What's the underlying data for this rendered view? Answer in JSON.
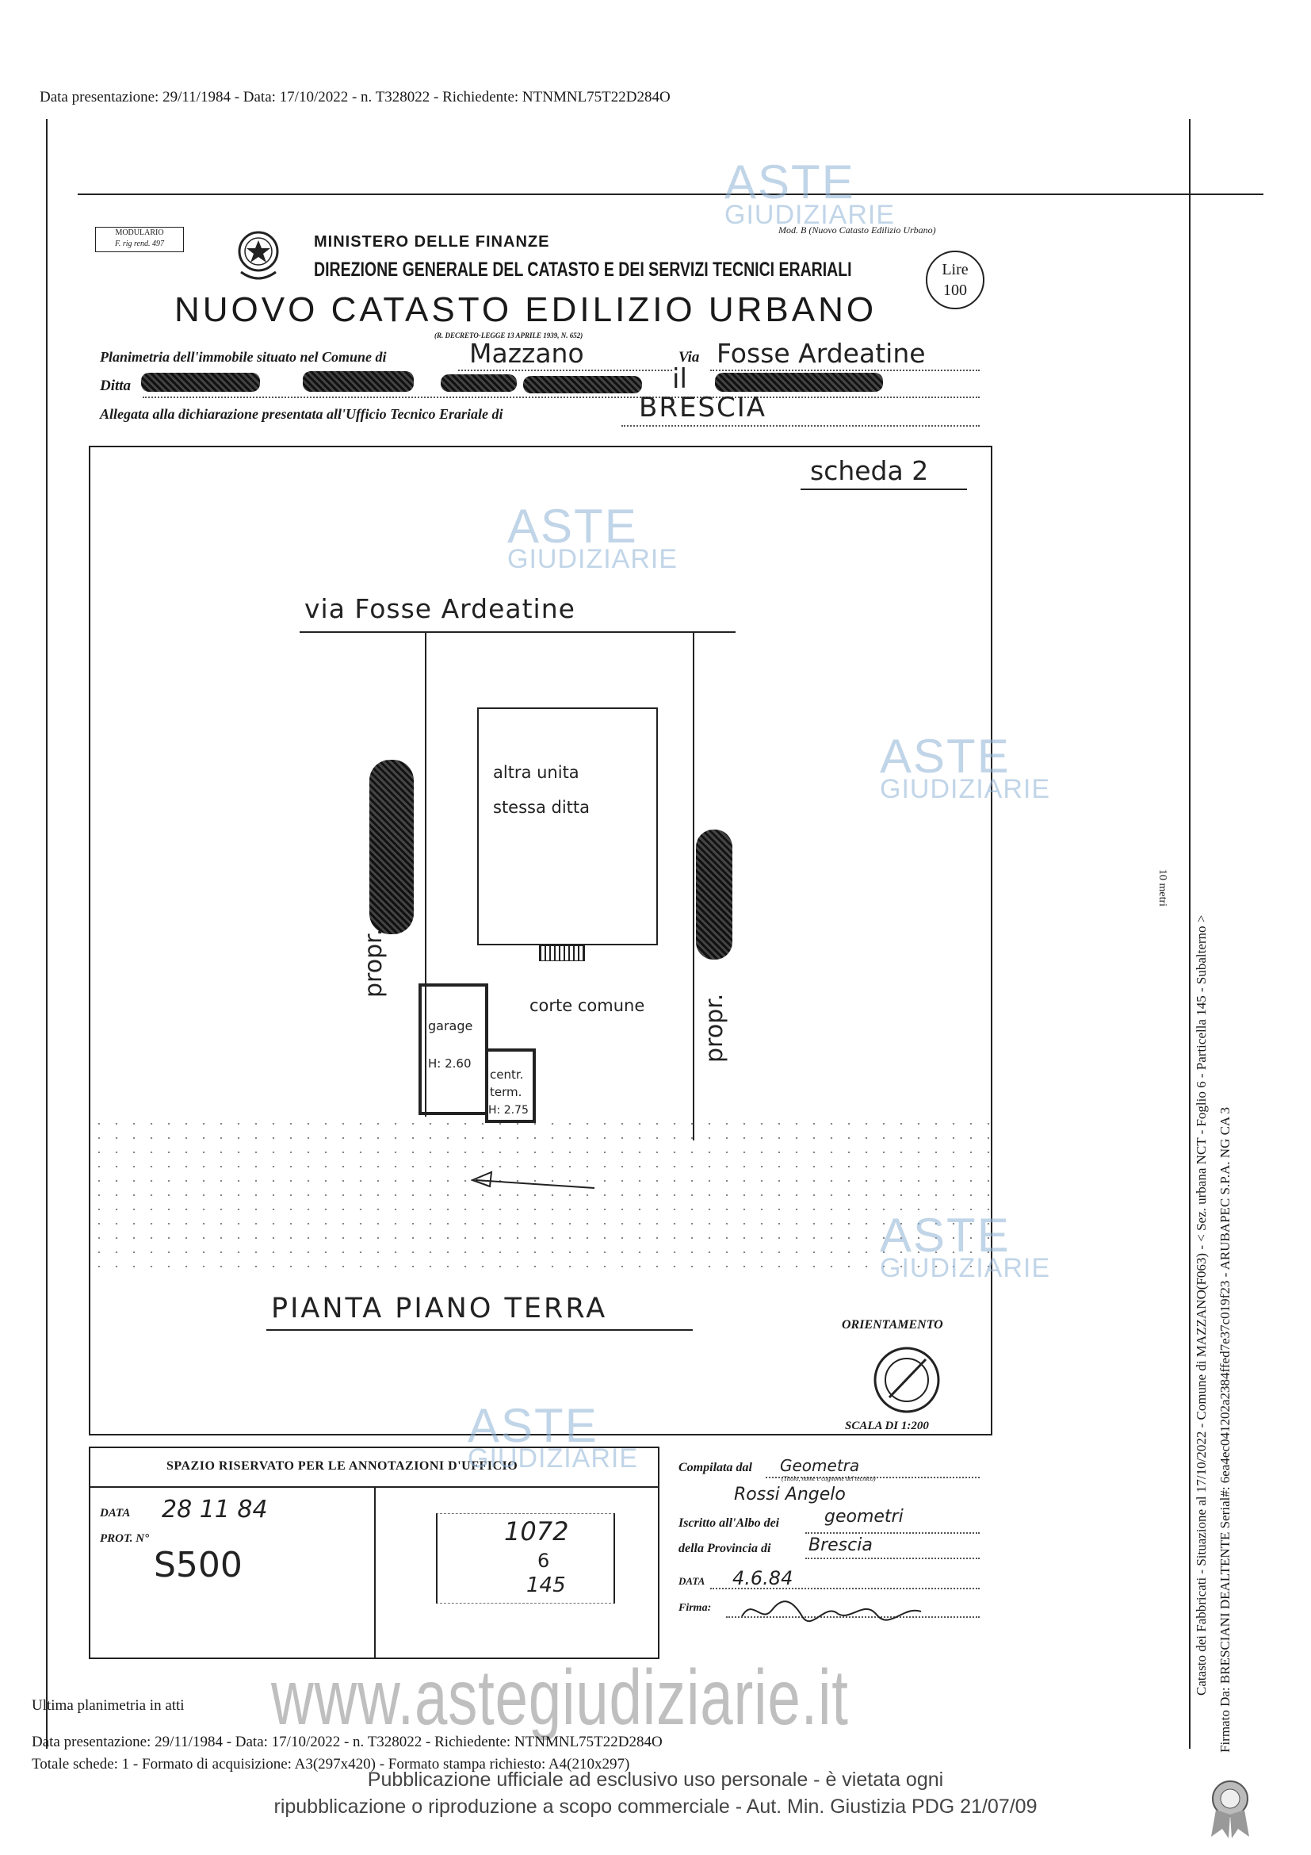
{
  "header": {
    "top_line": "Data presentazione: 29/11/1984 - Data: 17/10/2022 - n. T328022 - Richiedente: NTNMNL75T22D284O"
  },
  "form": {
    "modulario_label": "MODULARIO",
    "modulario_code": "F. rig rend. 497",
    "model_ref": "Mod. B (Nuovo Catasto Edilizio Urbano)",
    "ministry": "MINISTERO DELLE FINANZE",
    "direction": "DIREZIONE GENERALE DEL CATASTO E DEI SERVIZI TECNICI ERARIALI",
    "main_title": "NUOVO CATASTO EDILIZIO URBANO",
    "decree": "(R. DECRETO-LEGGE 13 APRILE 1939, N. 652)",
    "stamp_lire": "Lire",
    "stamp_value": "100",
    "planimetria_label": "Planimetria dell'immobile situato nel Comune di",
    "comune": "Mazzano",
    "via_label": "Via",
    "via_value": "Fosse Ardeatine",
    "ditta_label": "Ditta",
    "ditta_suffix": "il",
    "allegata_label": "Allegata alla dichiarazione presentata all'Ufficio Tecnico Erariale di",
    "ufficio": "BRESCIA"
  },
  "plan": {
    "scheda": "scheda 2",
    "street": "via Fosse Ardeatine",
    "unit_line1": "altra unita",
    "unit_line2": "stessa ditta",
    "corte": "corte comune",
    "propr_left": "propr.",
    "propr_right": "propr.",
    "garage": "garage",
    "garage_h": "H: 2.60",
    "centr1": "centr.",
    "centr2": "term.",
    "centr_h": "H: 2.75",
    "title": "PIANTA PIANO TERRA",
    "orientation": "ORIENTAMENTO",
    "scale": "SCALA DI 1:200"
  },
  "office": {
    "header": "SPAZIO RISERVATO PER LE ANNOTAZIONI D'UFFICIO",
    "data_label": "DATA",
    "data_value": "28 11 84",
    "prot_label": "PROT. N°",
    "prot_value": "S500",
    "ref1": "1072",
    "ref2": "6",
    "ref3": "145"
  },
  "compiler": {
    "compilata_label": "Compilata dal",
    "compilata_value": "Geometra",
    "title_note": "(Titolo, nome e cognome del tecnico)",
    "name": "Rossi Angelo",
    "iscritto_label": "Iscritto all'Albo dei",
    "albo_value": "geometri",
    "provincia_label": "della Provincia di",
    "provincia_value": "Brescia",
    "data_label": "DATA",
    "data_value": "4.6.84",
    "firma_label": "Firma:"
  },
  "watermark": {
    "line1": "ASTE",
    "line2": "GIUDIZIARIE",
    "site": "www.astegiudiziarie.it",
    "notice_line1": "Pubblicazione ufficiale ad esclusivo uso personale - è vietata ogni",
    "notice_line2": "ripubblicazione o riproduzione a scopo commerciale - Aut. Min. Giustizia PDG 21/07/09"
  },
  "side": {
    "line1": "Catasto dei Fabbricati - Situazione al 17/10/2022 - Comune di MAZZANO(F063) - < Sez. urbana NCT - Foglio 6 - Particella 145 - Subalterno >",
    "line2": "Firmato Da: BRESCIANI DEALTENTE Serial#: 6ea4ec041202a2384ffed7e37c019f23 - ARUBAPEC S.P.A. NG CA 3",
    "scale_note": "10 metri"
  },
  "footer": {
    "ultima": "Ultima planimetria in atti",
    "line1": "Data presentazione: 29/11/1984 - Data: 17/10/2022 - n. T328022 - Richiedente: NTNMNL75T22D284O",
    "line2": "Totale schede: 1 - Formato di acquisizione: A3(297x420) - Formato stampa richiesto: A4(210x297)"
  }
}
